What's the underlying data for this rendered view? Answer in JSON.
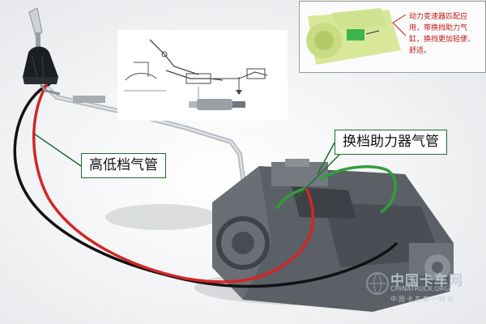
{
  "callouts": {
    "gear_range_line": "高低档气管",
    "shift_assist_line": "换档助力器气管"
  },
  "inset_right": {
    "text": "动力变速器匹配应用，带换挡助力气缸，换挡更加轻便、舒适。"
  },
  "watermark": {
    "title": "中国卡车网",
    "domain": "CHINATRUCK.ORG",
    "slogan": "中国卡车第一网站"
  },
  "colors": {
    "red_line": "#d22626",
    "black_line": "#111111",
    "green_line": "#2f9e3a",
    "callout_border": "#1e6c2f",
    "inset_text": "#c01818"
  },
  "icons": [
    "shift-lever-icon",
    "transmission-icon",
    "truck-globe-icon"
  ]
}
